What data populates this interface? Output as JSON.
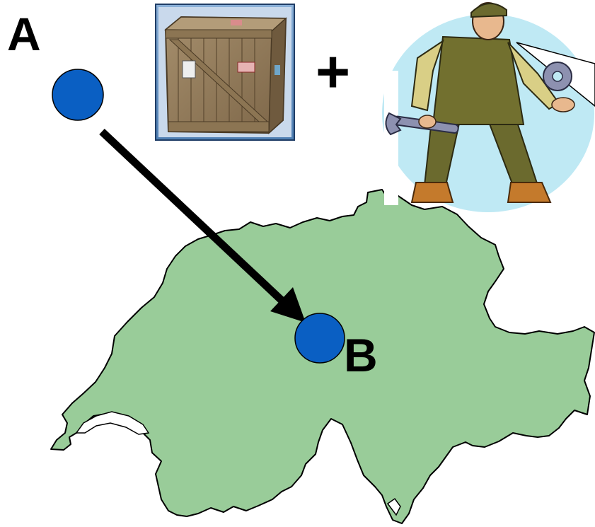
{
  "labels": {
    "start": "A",
    "end": "B",
    "plus": "+"
  },
  "colors": {
    "map_fill": "#99cc99",
    "point": "#0a5fc3",
    "arrow": "#000000"
  },
  "icons": {
    "crate": "wooden-crate-icon",
    "worker": "mechanic-worker-icon",
    "map": "switzerland-map"
  }
}
